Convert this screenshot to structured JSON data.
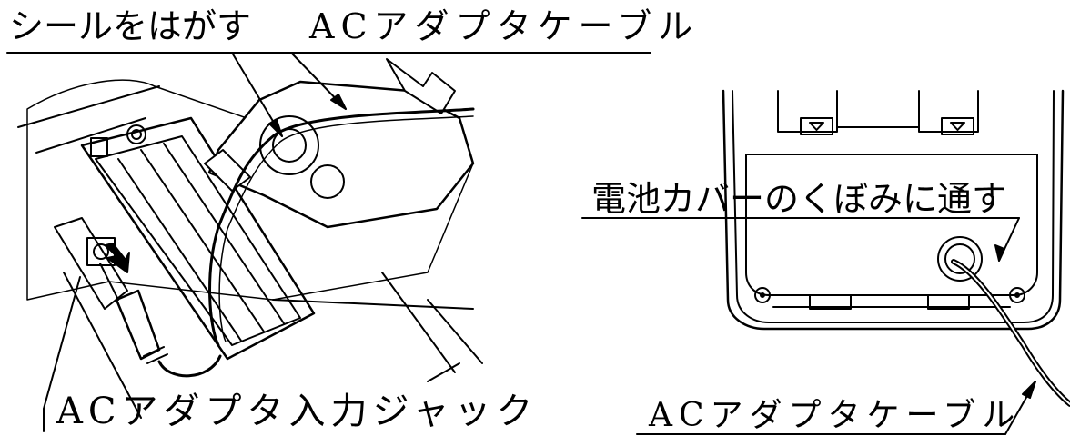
{
  "labels": {
    "peel_seal": "シールをはがす",
    "ac_cable_left": "ACアダプタケーブル",
    "ac_input_jack": "ACアダプタ入力ジャック",
    "pass_through_recess": "電池カバーのくぼみに通す",
    "ac_cable_right": "ACアダプタケーブル"
  },
  "colors": {
    "ink": "#000000",
    "paper": "#ffffff"
  }
}
